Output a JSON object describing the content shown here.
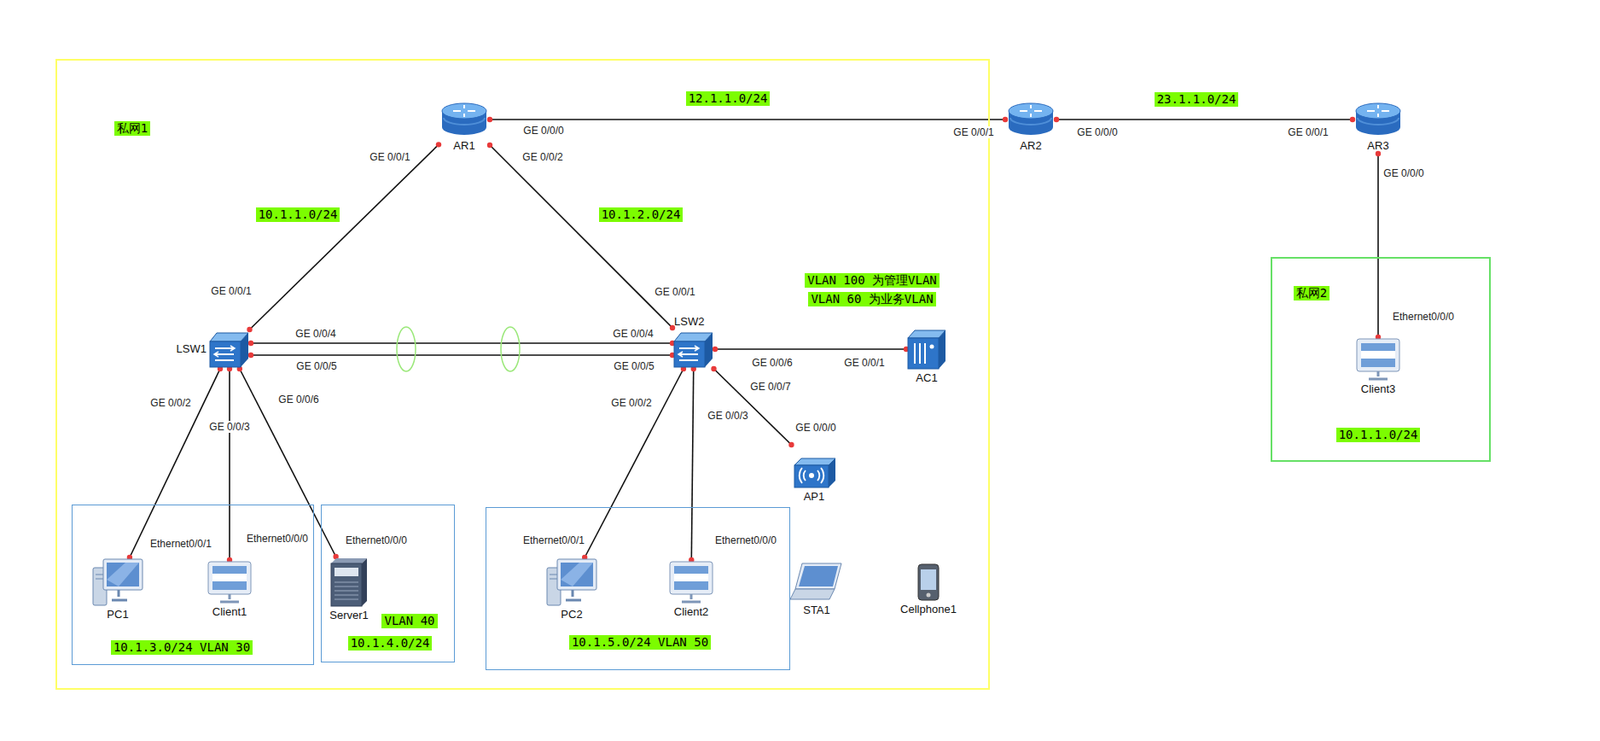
{
  "diagram": {
    "nodes": [
      {
        "text": [
          "私网1"
        ]
      },
      {
        "text": [
          "AR1"
        ],
        "in": 0
      },
      {
        "text": [
          "AR2"
        ]
      },
      {
        "text": [
          "AR3"
        ]
      },
      {
        "text": [
          "私网2",
          "10.1.1.0/24"
        ]
      },
      {
        "text": [
          "Client3"
        ],
        "in": 4
      },
      {
        "text": [
          "LSW1"
        ],
        "in": 0
      },
      {
        "text": [
          "LSW2"
        ],
        "in": 0
      },
      {
        "text": [
          "AC1"
        ],
        "in": 0
      },
      {
        "text": [
          "AP1"
        ],
        "in": 0
      },
      {
        "text": [
          "10.1.3.0/24 VLAN 30"
        ],
        "in": 0
      },
      {
        "text": [
          "PC1"
        ],
        "in": 10
      },
      {
        "text": [
          "Client1"
        ],
        "in": 10
      },
      {
        "text": [
          "VLAN 40",
          "10.1.4.0/24"
        ],
        "in": 0
      },
      {
        "text": [
          "Server1"
        ],
        "in": 13
      },
      {
        "text": [
          "10.1.5.0/24 VLAN 50"
        ],
        "in": 0
      },
      {
        "text": [
          "PC2"
        ],
        "in": 15
      },
      {
        "text": [
          "Client2"
        ],
        "in": 15
      },
      {
        "text": [
          "STA1"
        ],
        "in": 0
      },
      {
        "text": [
          "Cellphone1"
        ],
        "in": 0
      }
    ],
    "edges": [
      {
        "from": 1,
        "to": 2,
        "arrow": "none",
        "label": "12.1.1.0/24"
      },
      {
        "from": 2,
        "to": 3,
        "arrow": "none",
        "label": "23.1.1.0/24"
      },
      {
        "from": 1,
        "to": 6,
        "arrow": "none",
        "label": "10.1.1.0/24"
      },
      {
        "from": 1,
        "to": 7,
        "arrow": "none",
        "label": "10.1.2.0/24"
      },
      {
        "from": 6,
        "to": 7,
        "arrow": "none"
      },
      {
        "from": 6,
        "to": 7,
        "arrow": "none"
      },
      {
        "from": 7,
        "to": 8,
        "arrow": "none"
      },
      {
        "from": 7,
        "to": 9,
        "arrow": "none"
      },
      {
        "from": 6,
        "to": 11,
        "arrow": "none"
      },
      {
        "from": 6,
        "to": 12,
        "arrow": "none"
      },
      {
        "from": 6,
        "to": 14,
        "arrow": "none"
      },
      {
        "from": 7,
        "to": 16,
        "arrow": "none"
      },
      {
        "from": 7,
        "to": 17,
        "arrow": "none"
      },
      {
        "from": 3,
        "to": 5,
        "arrow": "none"
      }
    ],
    "labels": [
      "GE 0/0/0",
      "GE 0/0/1",
      "GE 0/0/2",
      "GE 0/0/1",
      "GE 0/0/0",
      "GE 0/0/1",
      "GE 0/0/0",
      "VLAN 100 为管理VLAN",
      "VLAN 60 为业务VLAN",
      "GE 0/0/1",
      "GE 0/0/1",
      "GE 0/0/4",
      "GE 0/0/5",
      "GE 0/0/4",
      "GE 0/0/5",
      "GE 0/0/6",
      "GE 0/0/1",
      "GE 0/0/7",
      "GE 0/0/0",
      "GE 0/0/2",
      "GE 0/0/3",
      "GE 0/0/6",
      "GE 0/0/2",
      "GE 0/0/3",
      "Ethernet0/0/1",
      "Ethernet0/0/0",
      "Ethernet0/0/0",
      "Ethernet0/0/1",
      "Ethernet0/0/0",
      "Ethernet0/0/0"
    ]
  }
}
